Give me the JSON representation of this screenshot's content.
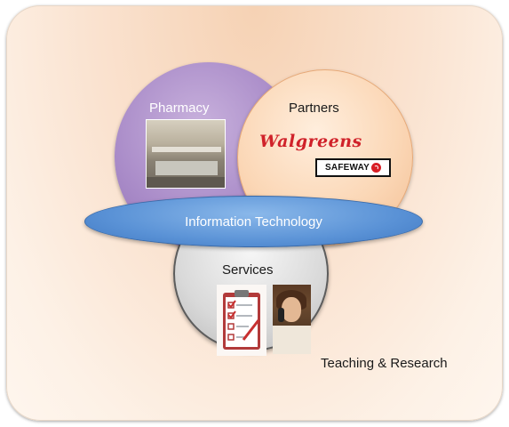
{
  "diagram": {
    "pharmacy": "Pharmacy",
    "partners": "Partners",
    "information_technology": "Information Technology",
    "services": "Services",
    "teaching_research": "Teaching & Research",
    "logos": {
      "walgreens": "Walgreens",
      "safeway": "SAFEWAY"
    }
  },
  "colors": {
    "pharmacy_circle": "#a98bc8",
    "partners_circle": "#fbd7b6",
    "it_ellipse": "#5a92d6",
    "services_circle": "#d9d9d9",
    "walgreens_red": "#d0222a"
  }
}
